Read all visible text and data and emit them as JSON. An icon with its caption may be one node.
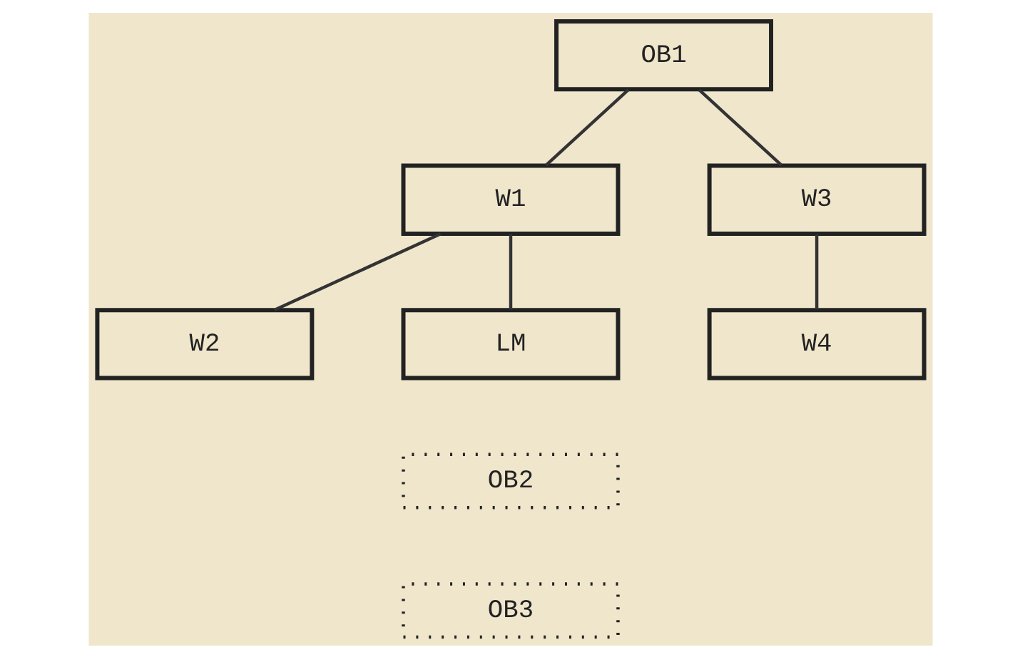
{
  "diagram": {
    "nodes": [
      {
        "text": [
          "OB1"
        ]
      },
      {
        "text": [
          "W1"
        ]
      },
      {
        "text": [
          "W3"
        ]
      },
      {
        "text": [
          "W2"
        ]
      },
      {
        "text": [
          "LM"
        ]
      },
      {
        "text": [
          "W4"
        ]
      },
      {
        "text": [
          "OB2"
        ]
      },
      {
        "text": [
          "OB3"
        ]
      }
    ],
    "edges": [
      {
        "from": 0,
        "to": 1,
        "arrow": "none"
      },
      {
        "from": 0,
        "to": 2,
        "arrow": "none"
      },
      {
        "from": 1,
        "to": 3,
        "arrow": "none"
      },
      {
        "from": 1,
        "to": 4,
        "arrow": "none"
      },
      {
        "from": 2,
        "to": 5,
        "arrow": "none"
      }
    ]
  }
}
